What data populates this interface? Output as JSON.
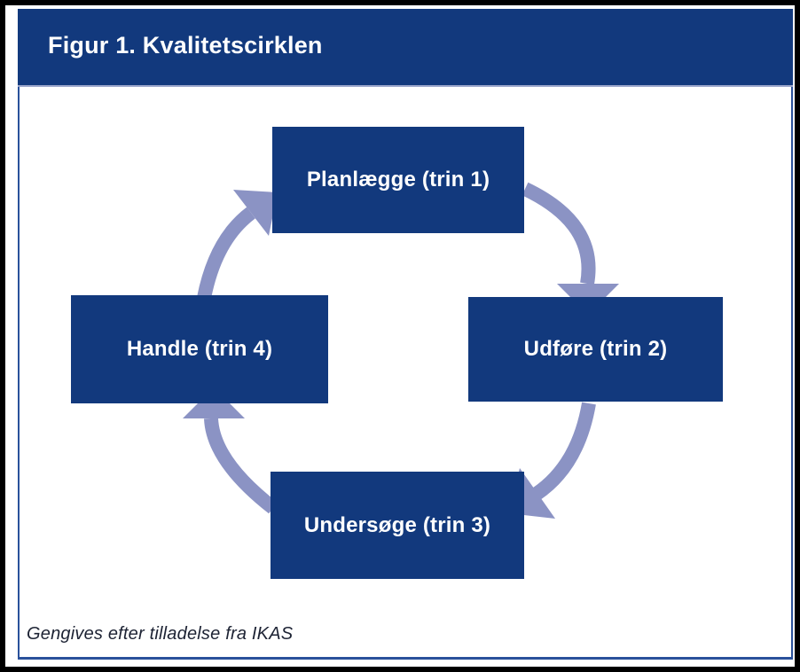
{
  "figure": {
    "title": "Figur 1. Kvalitetscirklen",
    "caption": "Gengives efter tilladelse fra IKAS"
  },
  "cycle": {
    "type": "cycle-diagram",
    "steps": [
      {
        "id": "plan",
        "label": "Planlægge (trin 1)",
        "position": "top"
      },
      {
        "id": "do",
        "label": "Udføre (trin 2)",
        "position": "right"
      },
      {
        "id": "study",
        "label": "Undersøge (trin 3)",
        "position": "bottom"
      },
      {
        "id": "act",
        "label": "Handle (trin 4)",
        "position": "left"
      }
    ],
    "arrows": [
      {
        "from": "plan",
        "to": "do"
      },
      {
        "from": "do",
        "to": "study"
      },
      {
        "from": "study",
        "to": "act"
      },
      {
        "from": "act",
        "to": "plan"
      }
    ]
  },
  "colors": {
    "box_fill": "#12397D",
    "header_fill": "#12397D",
    "arrow_fill": "#8B93C4",
    "card_border": "#2A519B",
    "header_underline": "#9AA5CB",
    "frame_border": "#000000",
    "box_text": "#FFFFFF",
    "caption_text": "#1C2233"
  }
}
